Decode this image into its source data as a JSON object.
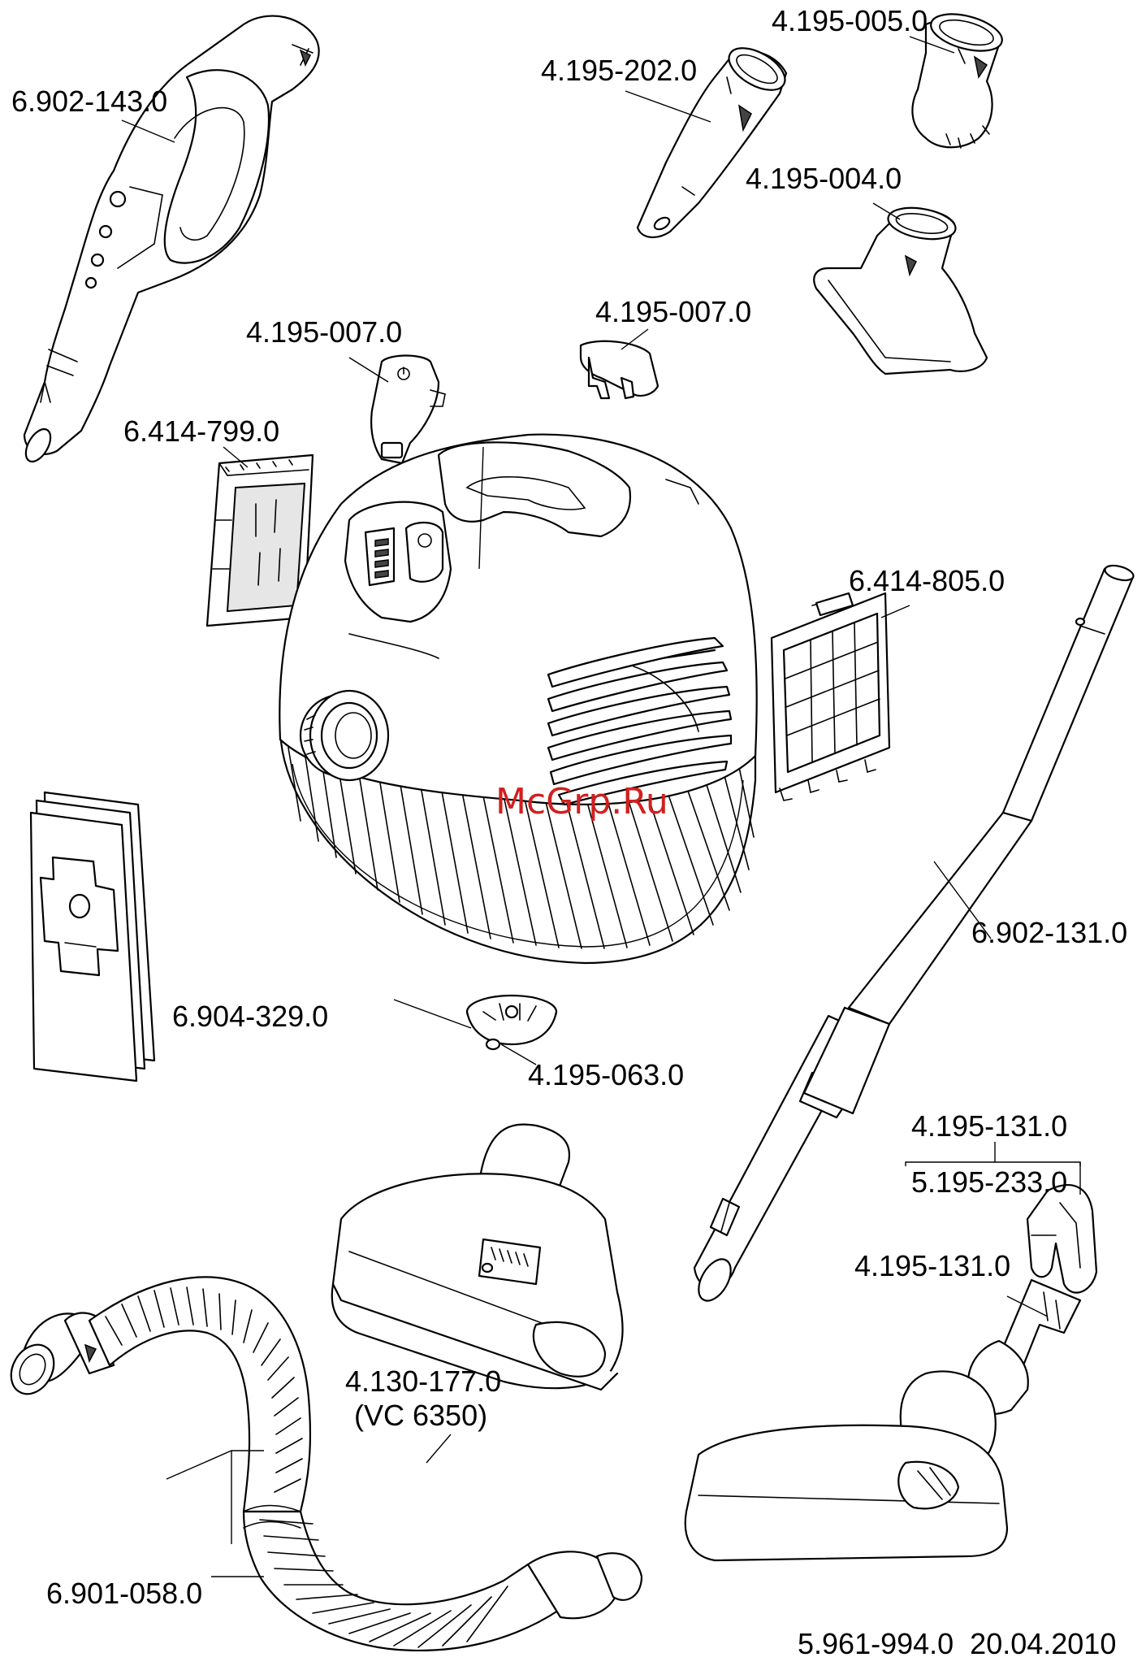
{
  "labels": {
    "hose_handle": "6.902-143.0",
    "nozzle_202": "4.195-202.0",
    "nozzle_005": "4.195-005.0",
    "nozzle_004": "4.195-004.0",
    "cap_left": "4.195-007.0",
    "cap_right": "4.195-007.0",
    "motor_filter": "6.414-799.0",
    "hepa_filter": "6.414-805.0",
    "filter_bag": "6.904-329.0",
    "castor": "4.195-063.0",
    "suction_tube": "6.902-131.0",
    "clip_131": "4.195-131.0",
    "clip_233": "5.195-233.0",
    "clip_131_b": "4.195-131.0",
    "floor_nozzle": "4.130-177.0",
    "floor_nozzle_model": "(VC 6350)",
    "suction_hose": "6.901-058.0",
    "footer": "5.961-994.0  20.04.2010"
  },
  "watermark": "McGrp.Ru",
  "colors": {
    "watermark": "#d21f1f",
    "line": "#000000",
    "background": "#ffffff"
  }
}
